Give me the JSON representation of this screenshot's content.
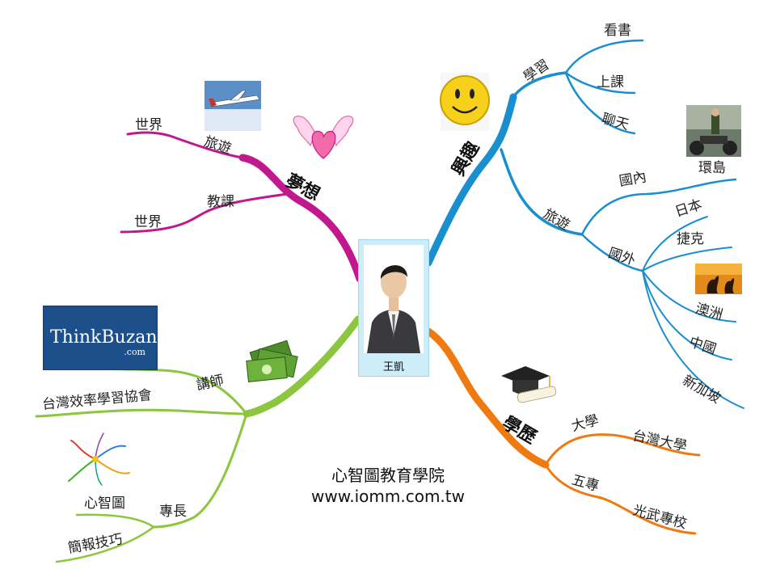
{
  "center": {
    "name": "王凱"
  },
  "footer": {
    "line1": "心智圖教育學院",
    "line2": "www.iomm.com.tw"
  },
  "branches": {
    "dream": {
      "title": "夢想",
      "color": "#c2188e",
      "travel": "旅遊",
      "travel_world": "世界",
      "teach": "教課",
      "teach_world": "世界"
    },
    "interest": {
      "title": "興趣",
      "color": "#1a8fd0",
      "study": "學習",
      "study_read": "看書",
      "study_class": "上課",
      "study_chat": "聊天",
      "travel": "旅遊",
      "domestic": "國內",
      "domestic_island": "環島",
      "abroad": "國外",
      "japan": "日本",
      "czech": "捷克",
      "australia": "澳洲",
      "china": "中國",
      "singapore": "新加坡"
    },
    "education": {
      "title": "學歷",
      "color": "#f07a12",
      "university": "大學",
      "ntu": "台灣大學",
      "junior_college": "五專",
      "guangwu": "光武專校"
    },
    "expertise": {
      "color": "#8cc63f",
      "lecturer": "講師",
      "association": "台灣效率學習協會",
      "specialty": "專長",
      "mindmap": "心智圖",
      "presentation": "簡報技巧"
    }
  },
  "logo": {
    "main": "ThinkBuzan",
    "sub": ".com"
  }
}
